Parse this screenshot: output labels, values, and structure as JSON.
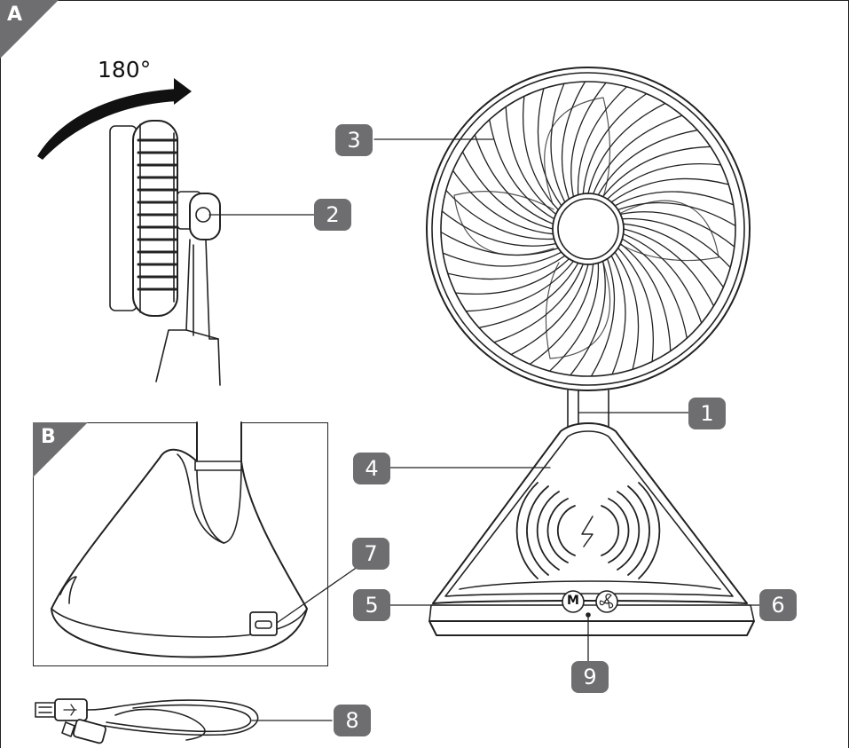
{
  "figure": {
    "panel_a_label": "A",
    "panel_b_label": "B",
    "rotation_label": "180°",
    "callouts": {
      "c1": "1",
      "c2": "2",
      "c3": "3",
      "c4": "4",
      "c5": "5",
      "c6": "6",
      "c7": "7",
      "c8": "8",
      "c9": "9"
    },
    "mode_button_letter": "M"
  },
  "colors": {
    "callout_bg": "#6e6e70",
    "line": "#222222"
  }
}
